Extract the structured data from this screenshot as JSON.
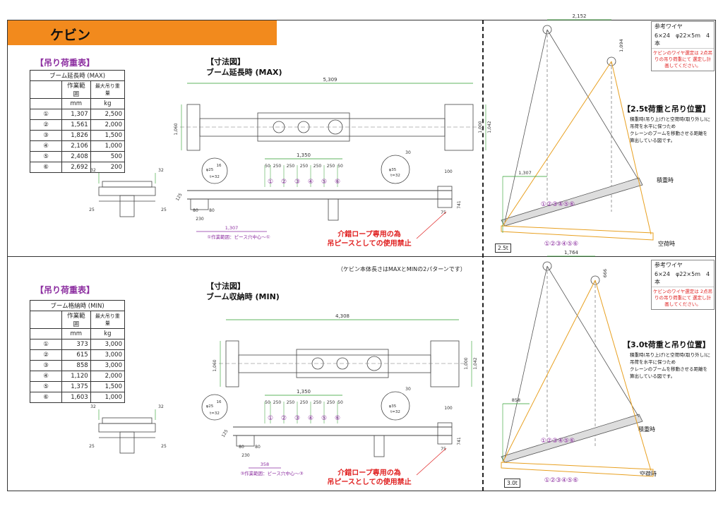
{
  "header": {
    "title": "ケビン"
  },
  "section_top": {
    "load_table_label": "【吊り荷重表】",
    "table_caption": "ブーム延長時 (MAX)",
    "col_range": "作業範囲",
    "col_load": "最大吊り重量",
    "unit_range": "mm",
    "unit_load": "kg",
    "rows": [
      {
        "idx": "①",
        "range": "1,307",
        "load": "2,500"
      },
      {
        "idx": "②",
        "range": "1,561",
        "load": "2,000"
      },
      {
        "idx": "③",
        "range": "1,826",
        "load": "1,500"
      },
      {
        "idx": "④",
        "range": "2,106",
        "load": "1,000"
      },
      {
        "idx": "⑤",
        "range": "2,408",
        "load": "500"
      },
      {
        "idx": "⑥",
        "range": "2,692",
        "load": "200"
      }
    ],
    "dim_title_1": "【寸法図】",
    "dim_title_2": "ブーム延長時 (MAX)",
    "dims": {
      "overall": "5,309",
      "height": "1,060",
      "width_r1": "1,000",
      "width_r2": "1,042",
      "pitch_total": "1,350",
      "pitch_a": "50",
      "pitch_b": "250",
      "pitch_c": "250",
      "pitch_d": "250",
      "pitch_e": "250",
      "pitch_f": "250",
      "pitch_g": "50",
      "work_range": "1,307",
      "work_note": "①作業範囲：ピース穴中心～①",
      "side_32a": "32",
      "side_32b": "32",
      "side_25a": "25",
      "side_25b": "25",
      "d_80a": "80",
      "d_80b": "80",
      "d_230": "230",
      "d_75": "75",
      "d_100": "100",
      "d_741": "741",
      "d_30": "30",
      "d_125": "125",
      "hole_phi": "φ25",
      "hole_16": "16",
      "hole_t": "t=32",
      "plate_phi": "φ35",
      "plate_t": "t=32"
    },
    "warning_1": "介錯ロープ専用の為",
    "warning_2": "吊ピースとしての使用禁止",
    "pos": {
      "wire_title": "参考ワイヤ",
      "wire_spec": "6×24　φ22×5m　4本",
      "wire_note": "ケビンのワイヤ選定は 2点吊りの吊り荷重にて 選定し計画してください。",
      "title": "【2.5t荷重と吊り位置】",
      "desc_1": "積重時(吊り上げ)と空荷時(取り外し)に",
      "desc_2": "吊荷を水平に保つため",
      "desc_3": "クレーンのブームを移動させる距離を",
      "desc_4": "算出している図です。",
      "dim_top": "2,152",
      "dim_vert": "1,094",
      "dim_left": "1,307",
      "loaded": "積重時",
      "empty": "空荷時",
      "weight": "2.5t",
      "marks": "①②③④⑤⑥"
    }
  },
  "section_bottom": {
    "note": "（ケビン本体長さはMAXとMINの2パターンです）",
    "load_table_label": "【吊り荷重表】",
    "table_caption": "ブーム格納時 (MIN)",
    "col_range": "作業範囲",
    "col_load": "最大吊り重量",
    "unit_range": "mm",
    "unit_load": "kg",
    "rows": [
      {
        "idx": "①",
        "range": "373",
        "load": "3,000"
      },
      {
        "idx": "②",
        "range": "615",
        "load": "3,000"
      },
      {
        "idx": "③",
        "range": "858",
        "load": "3,000"
      },
      {
        "idx": "④",
        "range": "1,120",
        "load": "2,000"
      },
      {
        "idx": "⑤",
        "range": "1,375",
        "load": "1,500"
      },
      {
        "idx": "⑥",
        "range": "1,603",
        "load": "1,000"
      }
    ],
    "dim_title_1": "【寸法図】",
    "dim_title_2": "ブーム収納時 (MIN)",
    "dims": {
      "overall": "4,308",
      "height": "1,060",
      "width_r1": "1,000",
      "width_r2": "1,042",
      "pitch_total": "1,350",
      "pitch_a": "50",
      "pitch_b": "250",
      "pitch_c": "250",
      "pitch_d": "250",
      "pitch_e": "250",
      "pitch_f": "250",
      "pitch_g": "50",
      "work_range": "358",
      "work_note": "③作業範囲：ピース穴中心～③",
      "side_32a": "32",
      "side_32b": "32",
      "side_25a": "25",
      "side_25b": "25",
      "d_80a": "80",
      "d_80b": "80",
      "d_230": "230",
      "d_75": "75",
      "d_100": "100",
      "d_741": "741",
      "d_30": "30",
      "d_125": "125",
      "hole_phi": "φ25",
      "hole_16": "16",
      "hole_t": "t=32",
      "plate_phi": "φ35",
      "plate_t": "t=32"
    },
    "warning_1": "介錯ロープ専用の為",
    "warning_2": "吊ピースとしての使用禁止",
    "pos": {
      "wire_title": "参考ワイヤ",
      "wire_spec": "6×24　φ22×5m　4本",
      "wire_note": "ケビンのワイヤ選定は 2点吊りの吊り荷重にて 選定し計画してください。",
      "title": "【3.0t荷重と吊り位置】",
      "desc_1": "積重時(吊り上げ)と空荷時(取り外し)に",
      "desc_2": "吊荷を水平に保つため",
      "desc_3": "クレーンのブームを移動させる距離を",
      "desc_4": "算出している図です。",
      "dim_top": "1,764",
      "dim_vert": "666",
      "dim_left": "858",
      "loaded": "積重時",
      "empty": "空荷時",
      "weight": "3.0t",
      "marks": "①②③④⑤⑥"
    }
  },
  "colors": {
    "accent": "#f28a1d",
    "label_purple": "#8c2ea0",
    "warning_red": "#e02020",
    "dim_green": "#2a9d2a",
    "sling_orange": "#e8a020"
  }
}
